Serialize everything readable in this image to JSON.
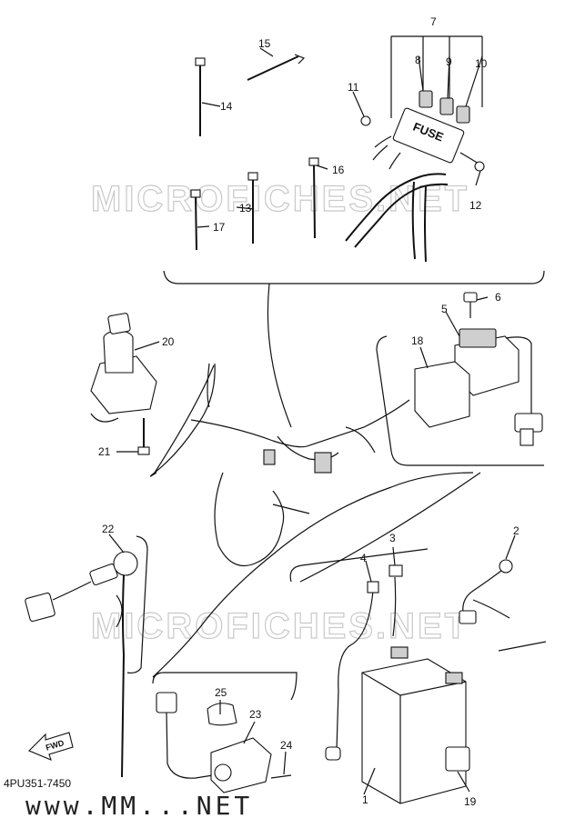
{
  "diagram": {
    "code": "4PU351-7450",
    "fwd_label": "FWD",
    "fuse_label": "FUSE",
    "watermark_top": "MICROFICHES.NET",
    "watermark_mid": "MICROFICHES.NET",
    "watermark_bottom": "www.MM...NET"
  },
  "callouts": [
    {
      "id": "1",
      "text": "1"
    },
    {
      "id": "2",
      "text": "2"
    },
    {
      "id": "3",
      "text": "3"
    },
    {
      "id": "4",
      "text": "4"
    },
    {
      "id": "5",
      "text": "5"
    },
    {
      "id": "6",
      "text": "6"
    },
    {
      "id": "7",
      "text": "7"
    },
    {
      "id": "8",
      "text": "8"
    },
    {
      "id": "9",
      "text": "9"
    },
    {
      "id": "10",
      "text": "10"
    },
    {
      "id": "11",
      "text": "11"
    },
    {
      "id": "12",
      "text": "12"
    },
    {
      "id": "13",
      "text": "13"
    },
    {
      "id": "14",
      "text": "14"
    },
    {
      "id": "15",
      "text": "15"
    },
    {
      "id": "16",
      "text": "16"
    },
    {
      "id": "17",
      "text": "17"
    },
    {
      "id": "18",
      "text": "18"
    },
    {
      "id": "19",
      "text": "19"
    },
    {
      "id": "20",
      "text": "20"
    },
    {
      "id": "21",
      "text": "21"
    },
    {
      "id": "22",
      "text": "22"
    },
    {
      "id": "23",
      "text": "23"
    },
    {
      "id": "24",
      "text": "24"
    },
    {
      "id": "25",
      "text": "25"
    }
  ]
}
